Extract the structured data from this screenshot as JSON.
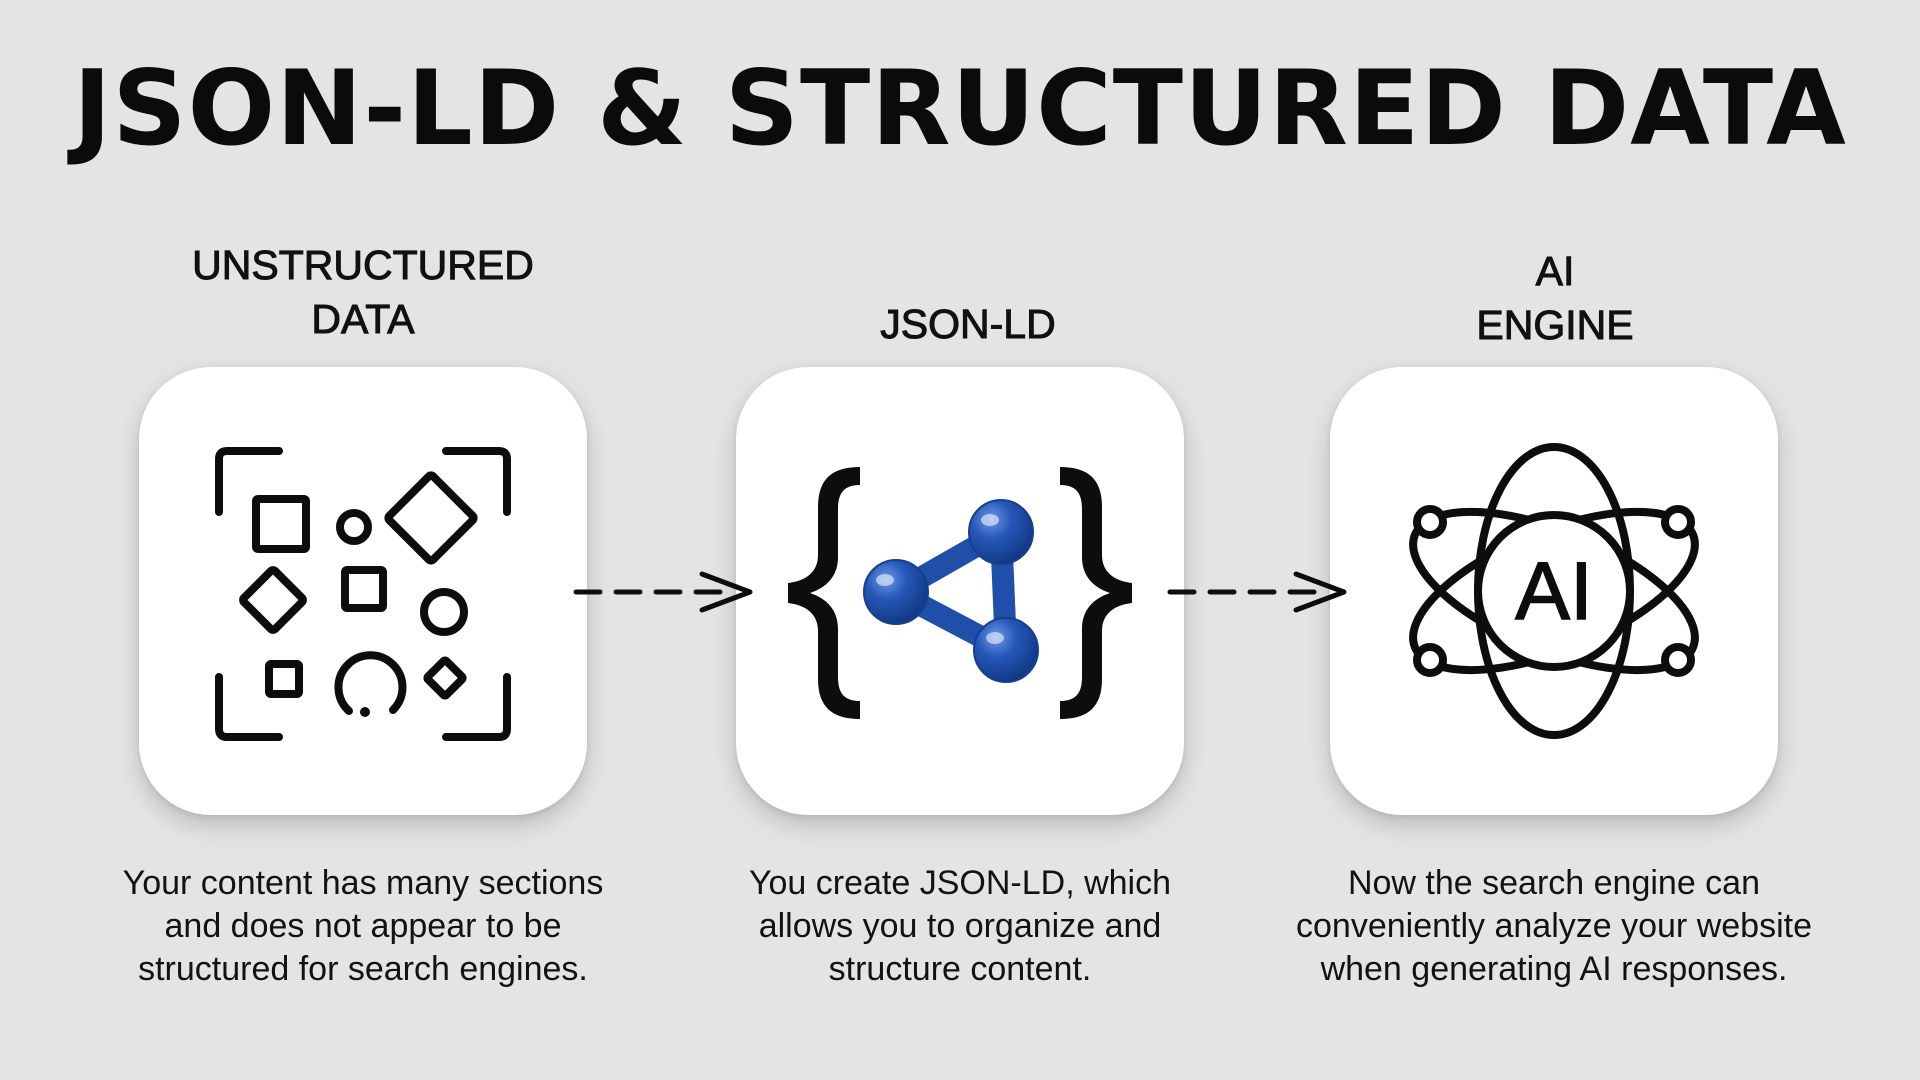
{
  "title": "JSON-LD & STRUCTURED DATA",
  "columns": [
    {
      "heading_line1": "UNSTRUCTURED",
      "heading_line2": "DATA",
      "icon": "unstructured-shapes-icon",
      "description_line1": "Your content has many sections",
      "description_line2": "and does not appear to be",
      "description_line3": "structured for search engines."
    },
    {
      "heading_line1": "JSON-LD",
      "icon": "json-ld-logo-icon",
      "description_line1": "You create JSON-LD, which",
      "description_line2": "allows you to organize and",
      "description_line3": "structure content."
    },
    {
      "heading_line1": "AI",
      "heading_line2": "ENGINE",
      "icon": "ai-atom-icon",
      "ai_label": "AI",
      "description_line1": "Now the search engine can",
      "description_line2": "conveniently analyze your website",
      "description_line3": "when generating AI responses."
    }
  ],
  "colors": {
    "background": "#e4e4e4",
    "card": "#ffffff",
    "ink": "#0d0d0d",
    "jsonld_blue": "#1f4fa8"
  }
}
